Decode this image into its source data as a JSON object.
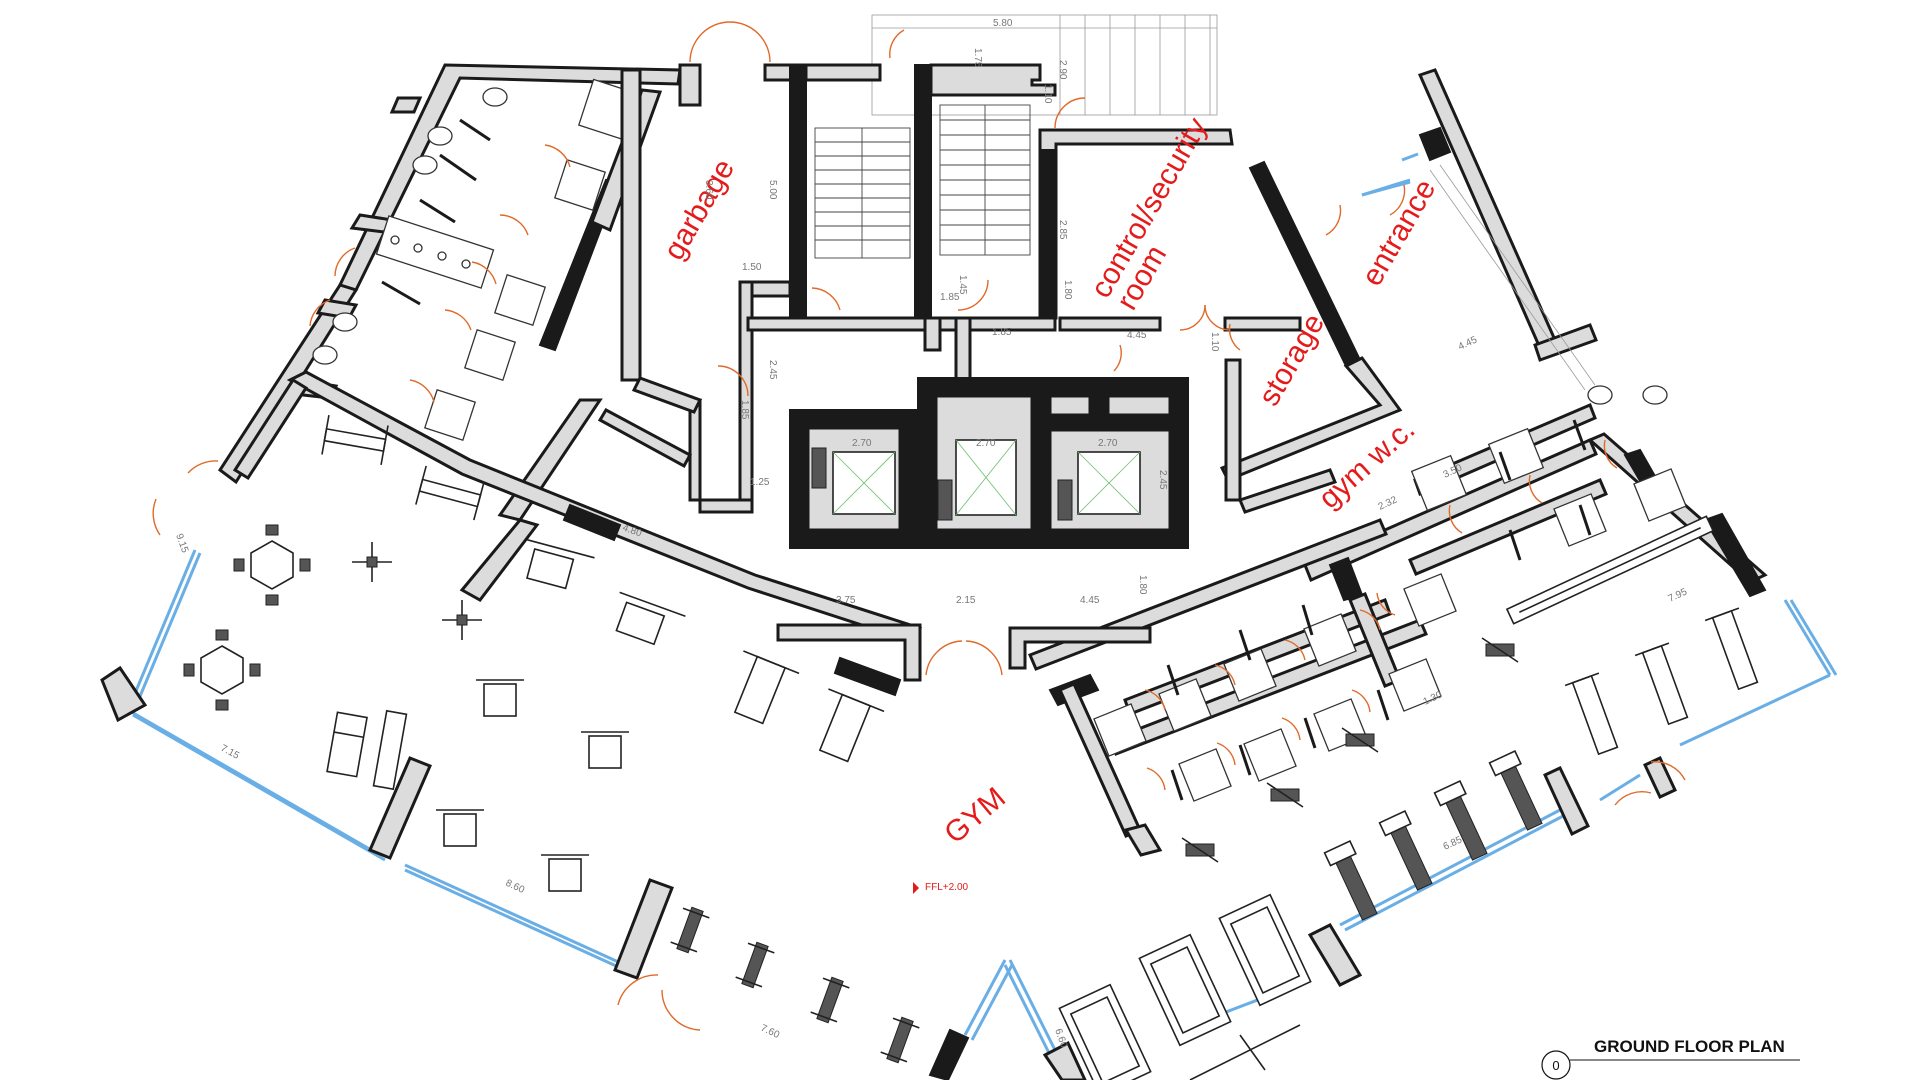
{
  "labels": {
    "garbage": "garbage",
    "control_security": "control/security",
    "room": "room",
    "entrance": "entrance",
    "storage": "storage",
    "gym_wc": "gym w.c.",
    "gym": "GYM",
    "ffl": "FFL+2.00"
  },
  "title_block": {
    "number": "0",
    "title": "GROUND FLOOR PLAN"
  },
  "dimensions": [
    "5.80",
    "1.75",
    "1.10",
    "2.90",
    "3.60",
    "5.00",
    "1.50",
    "2.85",
    "1.80",
    "1.45",
    "1.85",
    "2.45",
    "1.85",
    "4.45",
    "1.10",
    "2.45",
    "1.85",
    "2.70",
    "2.70",
    "2.70",
    "1.25",
    "3.75",
    "2.15",
    "4.45",
    "1.80",
    "9.15",
    "4.80",
    "7.15",
    "8.60",
    "7.60",
    "4.45",
    "3.50",
    "2.32",
    "1.30",
    "7.95",
    "6.85",
    "6.60"
  ],
  "colors": {
    "label_red": "#e51b1b",
    "glazing_blue": "#6aaee6",
    "door_orange": "#e06a2a",
    "wall_grey": "#dcdcdc",
    "wall_black": "#1a1a1a"
  }
}
